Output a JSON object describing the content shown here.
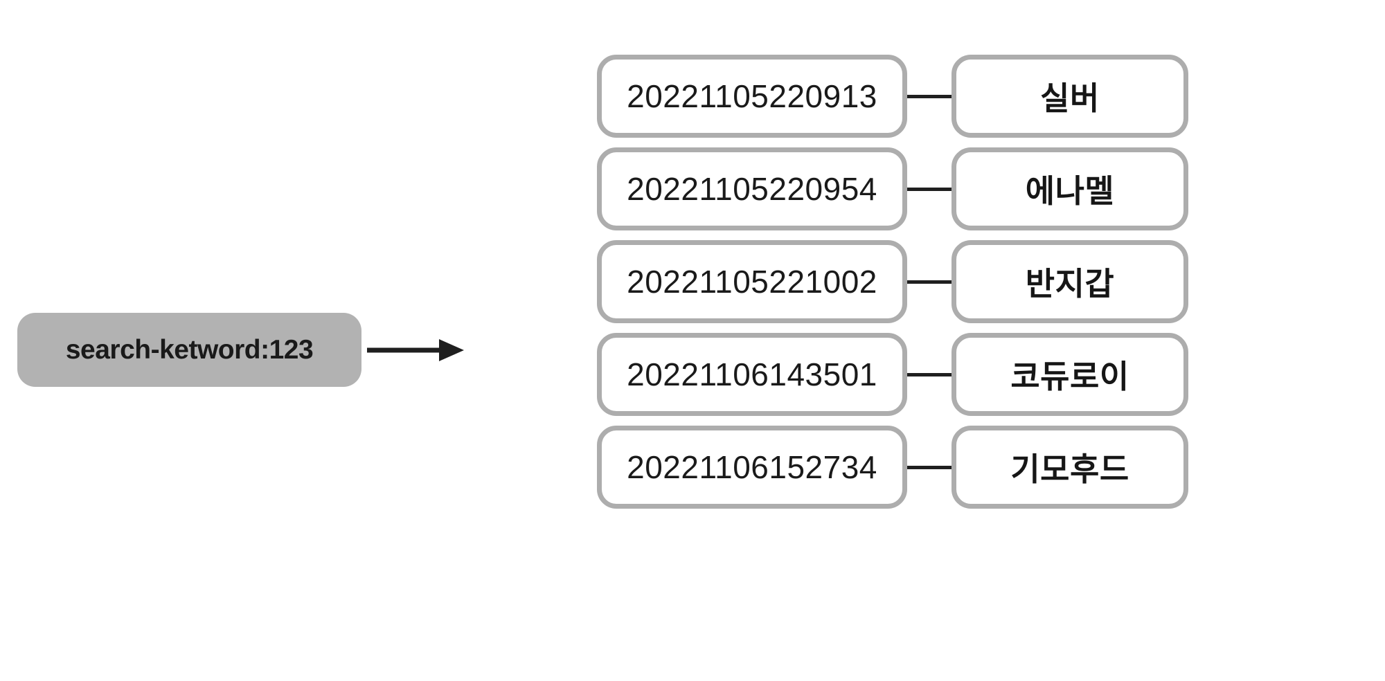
{
  "diagram": {
    "type": "mapping-diagram",
    "query": {
      "label": "search-ketword:123",
      "pill_color": "#b2b2b2",
      "text_color": "#1a1a1a"
    },
    "arrow": {
      "name": "arrow-right",
      "color": "#1f1f1f",
      "direction": "right"
    },
    "box_style": {
      "border_color": "#adadad",
      "fill_color": "#ffffff",
      "text_color": "#1a1a1a"
    },
    "connector_color": "#1f1f1f",
    "rows": [
      {
        "id": "20221105220913",
        "label": "실버"
      },
      {
        "id": "20221105220954",
        "label": "에나멜"
      },
      {
        "id": "20221105221002",
        "label": "반지갑"
      },
      {
        "id": "20221106143501",
        "label": "코듀로이"
      },
      {
        "id": "20221106152734",
        "label": "기모후드"
      }
    ]
  }
}
